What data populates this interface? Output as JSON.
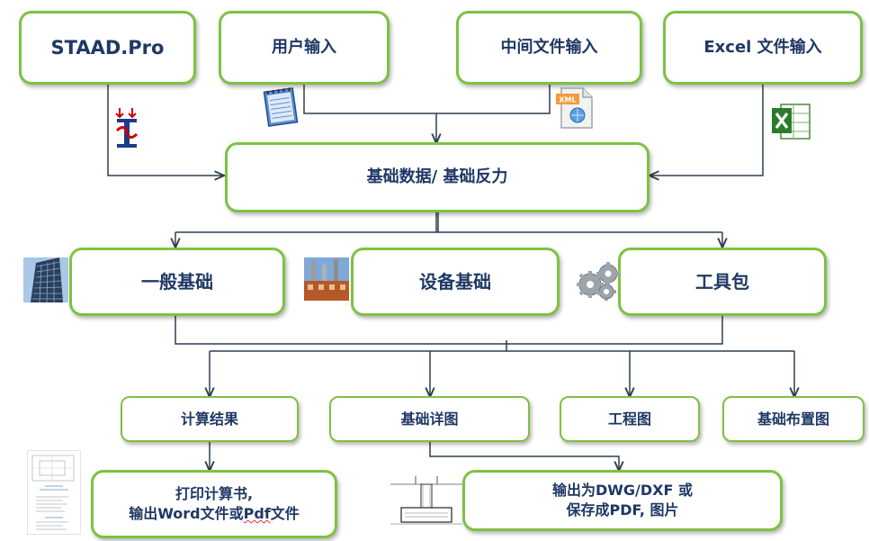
{
  "colors": {
    "box_border": "#7dc242",
    "text": "#1f3864",
    "connector": "#2e3e50"
  },
  "sources": {
    "staad": "STAAD.Pro",
    "user_input": "用户输入",
    "intermediate_file": "中间文件输入",
    "excel_input": "Excel 文件输入"
  },
  "core": {
    "foundation_data": "基础数据/ 基础反力"
  },
  "modules": {
    "general": "一般基础",
    "equipment": "设备基础",
    "toolkit": "工具包"
  },
  "outputs": {
    "calc_results": "计算结果",
    "foundation_detail": "基础详图",
    "engineering_drawing": "工程图",
    "layout_drawing": "基础布置图"
  },
  "final": {
    "print_line1": "打印计算书,",
    "print_line2_a": "输出Word文件或",
    "print_line2_b": "Pdf",
    "print_line2_c": "文件",
    "export": "输出为DWG/DXF 或\n保存成PDF, 图片"
  },
  "icons": {
    "staad": "staad-pro-icon",
    "notepad": "notepad-icon",
    "xml": "xml-file-icon",
    "excel": "excel-icon",
    "building": "building-photo-icon",
    "factory": "factory-photo-icon",
    "gears": "gears-icon",
    "report_thumb": "report-thumbnail-icon",
    "drawing_thumb": "drawing-thumbnail-icon"
  }
}
